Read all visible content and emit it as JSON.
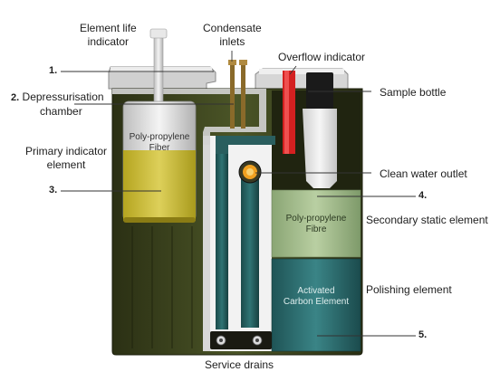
{
  "labels": {
    "element_life_indicator": [
      "Element life",
      "indicator"
    ],
    "condensate_inlets": [
      "Condensate",
      "inlets"
    ],
    "overflow_indicator": "Overflow indicator",
    "sample_bottle": "Sample bottle",
    "depressurisation": [
      "Depressurisation",
      "chamber"
    ],
    "primary_indicator": [
      "Primary indicator",
      "element"
    ],
    "clean_water_outlet": "Clean water outlet",
    "secondary_static": "Secondary static element",
    "polishing_element": "Polishing element",
    "service_drains": "Service drains"
  },
  "numbers": {
    "n1": "1.",
    "n2": "2.",
    "n3": "3.",
    "n4": "4.",
    "n5": "5."
  },
  "inside_text": {
    "primary_filter": [
      "Poly-propylene",
      "Fiber"
    ],
    "secondary_filter": [
      "Poly-propylene",
      "Fibre"
    ],
    "carbon_filter": [
      "Activated",
      "Carbon Element"
    ]
  },
  "colors": {
    "housing": "#3b4220",
    "housing_dark": "#20230f",
    "yellow_element": "#c9b93a",
    "white_element": "#e6e6e6",
    "green_element": "#a8c08e",
    "teal_element": "#2f6e70",
    "overflow_red": "#d42020",
    "outlet_orange": "#f0a020"
  }
}
